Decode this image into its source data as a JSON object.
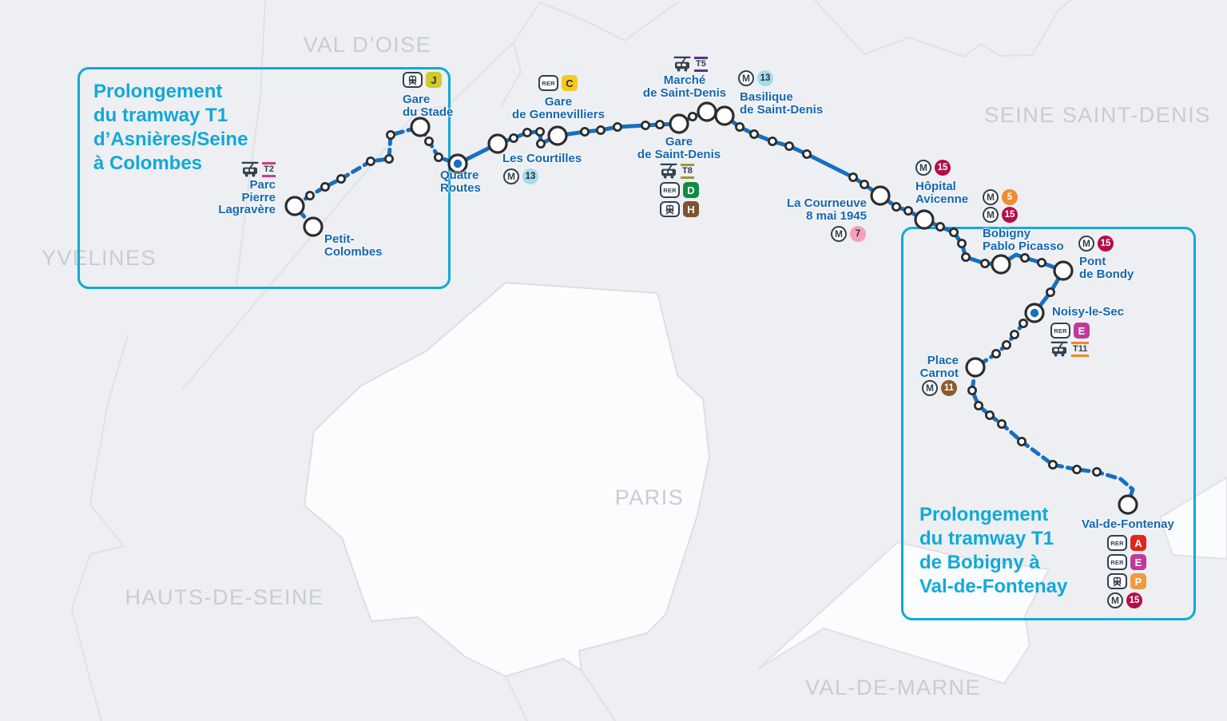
{
  "regions": {
    "val_doise": "VAL D’OISE",
    "seine_saint_denis": "SEINE SAINT-DENIS",
    "yvelines": "YVELINES",
    "hauts_de_seine": "HAUTS-DE-SEINE",
    "paris": "PARIS",
    "val_de_marne": "VAL-DE-MARNE"
  },
  "callouts": {
    "west": {
      "lines": [
        "Prolongement",
        "du tramway T1",
        "d’Asnières/Seine",
        "à Colombes"
      ]
    },
    "east": {
      "lines": [
        "Prolongement",
        "du tramway T1",
        "de Bobigny à",
        "Val-de-Fontenay"
      ]
    }
  },
  "stations": {
    "petit_colombes": {
      "lines": [
        "Petit-",
        "Colombes"
      ]
    },
    "parc_pierre_lagravere": {
      "lines": [
        "Parc",
        "Pierre",
        "Lagravère"
      ]
    },
    "gare_du_stade": {
      "lines": [
        "Gare",
        "du Stade"
      ]
    },
    "quatre_routes": {
      "lines": [
        "Quatre",
        "Routes"
      ]
    },
    "les_courtilles": {
      "lines": [
        "Les Courtilles"
      ]
    },
    "gare_de_gennevilliers": {
      "lines": [
        "Gare",
        "de Gennevilliers"
      ]
    },
    "marche_de_saint_denis": {
      "lines": [
        "Marché",
        "de Saint-Denis"
      ]
    },
    "basilique_de_saint_denis": {
      "lines": [
        "Basilique",
        "de Saint-Denis"
      ]
    },
    "gare_de_saint_denis": {
      "lines": [
        "Gare",
        "de Saint-Denis"
      ]
    },
    "la_courneuve": {
      "lines": [
        "La Courneuve",
        "8 mai 1945"
      ]
    },
    "hopital_avicenne": {
      "lines": [
        "Hôpital",
        "Avicenne"
      ]
    },
    "bobigny_pablo_picasso": {
      "lines": [
        "Bobigny",
        "Pablo Picasso"
      ]
    },
    "pont_de_bondy": {
      "lines": [
        "Pont",
        "de Bondy"
      ]
    },
    "noisy_le_sec": {
      "lines": [
        "Noisy-le-Sec"
      ]
    },
    "place_carnot": {
      "lines": [
        "Place",
        "Carnot"
      ]
    },
    "val_de_fontenay": {
      "lines": [
        "Val-de-Fontenay"
      ]
    }
  },
  "badges": {
    "metro": "M",
    "rer": "RER",
    "line5": "5",
    "line7": "7",
    "line11": "11",
    "line13": "13",
    "line15": "15",
    "rer_a": "A",
    "rer_c": "C",
    "rer_d": "D",
    "rer_e": "E",
    "transilien_h": "H",
    "transilien_j": "J",
    "transilien_p": "P",
    "tram_t2": "T2",
    "tram_t5": "T5",
    "tram_t8": "T8",
    "tram_t11": "T11"
  },
  "colors": {
    "background": "#edeff2",
    "paris_fill": "#fbfcfe",
    "boundary": "#dfe1e5",
    "line_blue": "#176fc1",
    "callout_cyan": "#11a9d9",
    "station_label_blue": "#1467b3",
    "badge_navy": "#32404f",
    "metro5": "#ef8b34",
    "metro7": "#f4a2b8",
    "metro11": "#8c5a2a",
    "metro13": "#a5dbe8",
    "metro15": "#b50d48",
    "rer_a": "#e1251b",
    "rer_c": "#f7c81c",
    "rer_d": "#128a46",
    "rer_e": "#c0399a",
    "transilien_h": "#7d5330",
    "transilien_j": "#d2ca2a",
    "transilien_p": "#f0993d",
    "t2": "#d03a8c",
    "t5": "#652d86",
    "t8": "#9f9637",
    "t11": "#f5861f"
  }
}
